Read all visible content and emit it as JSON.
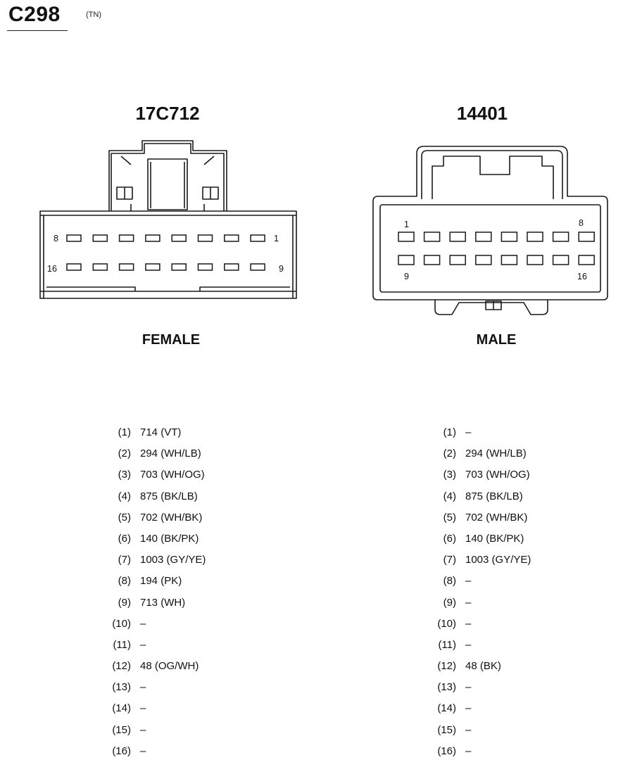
{
  "header": {
    "connector_id": "C298",
    "subtitle": "(TN)"
  },
  "connectors": [
    {
      "part_number": "17C712",
      "gender": "FEMALE",
      "pin_labels": {
        "top_left": "8",
        "top_right": "1",
        "bottom_left": "16",
        "bottom_right": "9"
      },
      "pins": [
        {
          "num": "(1)",
          "value": "714 (VT)"
        },
        {
          "num": "(2)",
          "value": "294 (WH/LB)"
        },
        {
          "num": "(3)",
          "value": "703 (WH/OG)"
        },
        {
          "num": "(4)",
          "value": "875 (BK/LB)"
        },
        {
          "num": "(5)",
          "value": "702 (WH/BK)"
        },
        {
          "num": "(6)",
          "value": "140 (BK/PK)"
        },
        {
          "num": "(7)",
          "value": "1003 (GY/YE)"
        },
        {
          "num": "(8)",
          "value": "194 (PK)"
        },
        {
          "num": "(9)",
          "value": "713 (WH)"
        },
        {
          "num": "(10)",
          "value": "–"
        },
        {
          "num": "(11)",
          "value": "–"
        },
        {
          "num": "(12)",
          "value": "48 (OG/WH)"
        },
        {
          "num": "(13)",
          "value": "–"
        },
        {
          "num": "(14)",
          "value": "–"
        },
        {
          "num": "(15)",
          "value": "–"
        },
        {
          "num": "(16)",
          "value": "–"
        }
      ]
    },
    {
      "part_number": "14401",
      "gender": "MALE",
      "pin_labels": {
        "top_left": "1",
        "top_right": "8",
        "bottom_left": "9",
        "bottom_right": "16"
      },
      "pins": [
        {
          "num": "(1)",
          "value": "–"
        },
        {
          "num": "(2)",
          "value": "294 (WH/LB)"
        },
        {
          "num": "(3)",
          "value": "703 (WH/OG)"
        },
        {
          "num": "(4)",
          "value": "875 (BK/LB)"
        },
        {
          "num": "(5)",
          "value": "702 (WH/BK)"
        },
        {
          "num": "(6)",
          "value": "140 (BK/PK)"
        },
        {
          "num": "(7)",
          "value": "1003 (GY/YE)"
        },
        {
          "num": "(8)",
          "value": "–"
        },
        {
          "num": "(9)",
          "value": "–"
        },
        {
          "num": "(10)",
          "value": "–"
        },
        {
          "num": "(11)",
          "value": "–"
        },
        {
          "num": "(12)",
          "value": "48 (BK)"
        },
        {
          "num": "(13)",
          "value": "–"
        },
        {
          "num": "(14)",
          "value": "–"
        },
        {
          "num": "(15)",
          "value": "–"
        },
        {
          "num": "(16)",
          "value": "–"
        }
      ]
    }
  ]
}
